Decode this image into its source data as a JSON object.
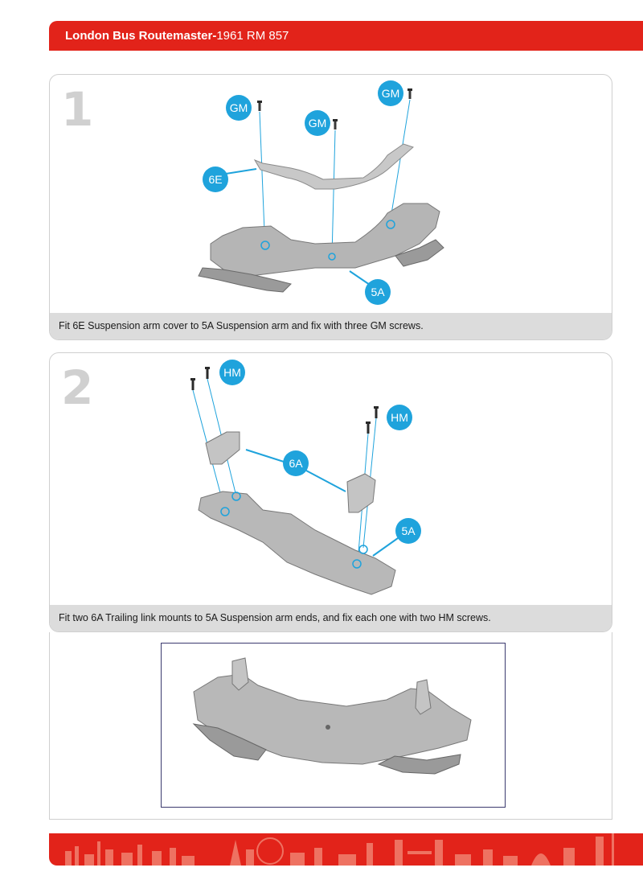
{
  "header": {
    "title_bold": "London Bus Routemaster-",
    "title_regular": "1961 RM 857"
  },
  "steps": [
    {
      "number": "1",
      "caption": "Fit 6E Suspension arm cover to 5A Suspension arm and fix with three GM screws.",
      "labels": {
        "gm": "GM",
        "part_cover": "6E",
        "part_arm": "5A"
      }
    },
    {
      "number": "2",
      "caption": "Fit two 6A Trailing link mounts to 5A Suspension arm ends, and fix each one with two HM screws.",
      "labels": {
        "hm": "HM",
        "part_mount": "6A",
        "part_arm": "5A"
      }
    }
  ],
  "colors": {
    "brand_red": "#e2231a",
    "callout_blue": "#1fa3dc",
    "caption_gray": "#dcdcdc",
    "step_number_gray": "#d0d0d0"
  }
}
